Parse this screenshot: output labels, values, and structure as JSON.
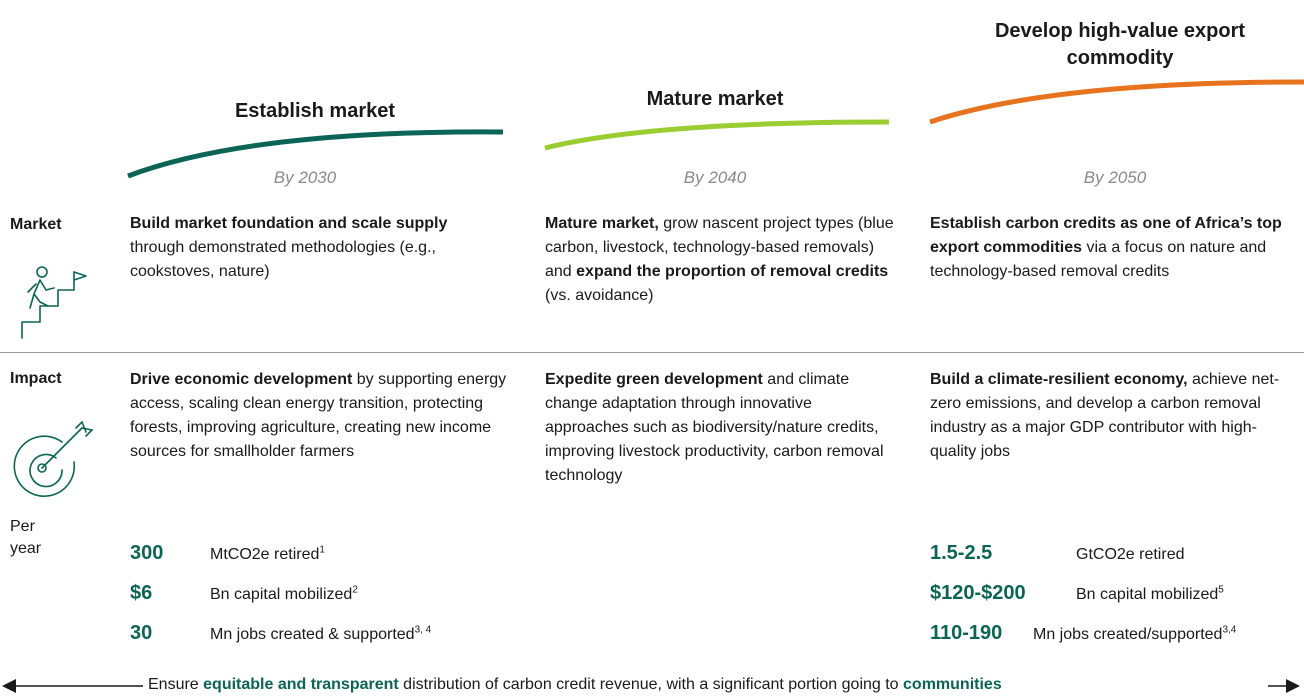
{
  "stages": [
    {
      "title": "Establish market",
      "year": "By 2030",
      "color": "#0b6455"
    },
    {
      "title": "Mature market",
      "year": "By 2040",
      "color": "#9acd32"
    },
    {
      "title": "Develop high-value export commodity",
      "year": "By 2050",
      "color": "#e8731e"
    }
  ],
  "rows": {
    "market_label": "Market",
    "impact_label": "Impact",
    "per_year_label": "Per year"
  },
  "market": {
    "c1": {
      "b1": "Build market foundation and scale supply",
      "t1": " through demonstrated methodologies (e.g., cookstoves, nature)"
    },
    "c2": {
      "b1": "Mature market,",
      "t1": " grow nascent project types (blue carbon, livestock, technology-based removals) and ",
      "b2": "expand the proportion of removal credits",
      "t2": " (vs. avoidance)"
    },
    "c3": {
      "b1": "Establish carbon credits as one of Africa’s top export commodities",
      "t1": " via a focus on nature and technology-based removal credits"
    }
  },
  "impact": {
    "c1": {
      "b1": "Drive economic development",
      "t1": " by supporting energy access, scaling clean energy transition, protecting forests, improving agriculture, creating new income sources for smallholder farmers"
    },
    "c2": {
      "b1": "Expedite green development",
      "t1": " and climate change adaptation through innovative approaches such as biodiversity/nature credits, improving livestock productivity, carbon removal technology"
    },
    "c3": {
      "b1": "Build a climate-resilient economy,",
      "t1": " achieve net-zero emissions, and develop a carbon removal industry as a major GDP contributor with high-quality jobs"
    }
  },
  "metrics_2030": [
    {
      "value": "300",
      "desc": "MtCO2e retired",
      "sup": "1"
    },
    {
      "value": "$6",
      "desc": "Bn capital mobilized",
      "sup": "2"
    },
    {
      "value": "30",
      "desc": "Mn jobs created & supported",
      "sup": "3, 4"
    }
  ],
  "metrics_2050": [
    {
      "value": "1.5-2.5",
      "desc": "GtCO2e retired",
      "sup": ""
    },
    {
      "value": "$120-$200",
      "desc": "Bn capital mobilized",
      "sup": "5"
    },
    {
      "value": "110-190",
      "desc": "Mn jobs created/supported",
      "sup": "3,4"
    }
  ],
  "footer": {
    "t1": "Ensure ",
    "b1": "equitable and transparent",
    "t2": " distribution of carbon credit revenue, with a significant portion going to ",
    "b2": "communities"
  },
  "icons": {
    "market": "person-climbing-stairs-to-flag-icon",
    "impact": "target-with-arrow-icon"
  },
  "colors": {
    "accent": "#0b6455",
    "divider": "#9a9a9a",
    "muted": "#8a8a8a"
  }
}
